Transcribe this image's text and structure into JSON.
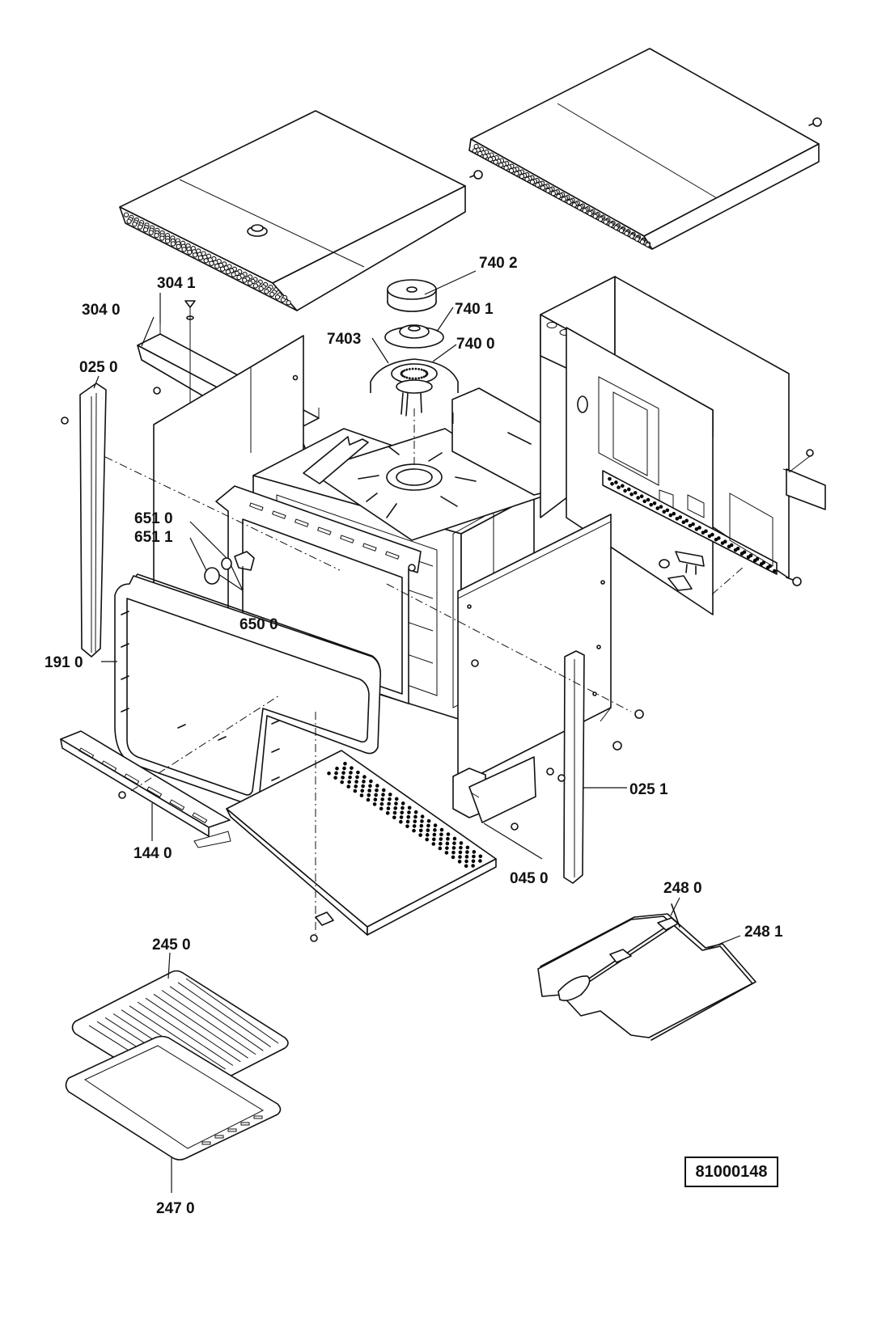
{
  "labels": {
    "p7402": "740 2",
    "p3041": "304 1",
    "p7401": "740 1",
    "p3040": "304 0",
    "p7403": "7403",
    "p7400": "740 0",
    "p0250": "025 0",
    "p6510": "651 0",
    "p6511": "651 1",
    "p6500": "650  0",
    "p1910": "191 0",
    "p0251": "025 1",
    "p1440": "144 0",
    "p0450": "045 0",
    "p2480": "248  0",
    "p2481": "248 1",
    "p2450": "245 0",
    "p2470": "247 0"
  },
  "reference_number": "81000148"
}
